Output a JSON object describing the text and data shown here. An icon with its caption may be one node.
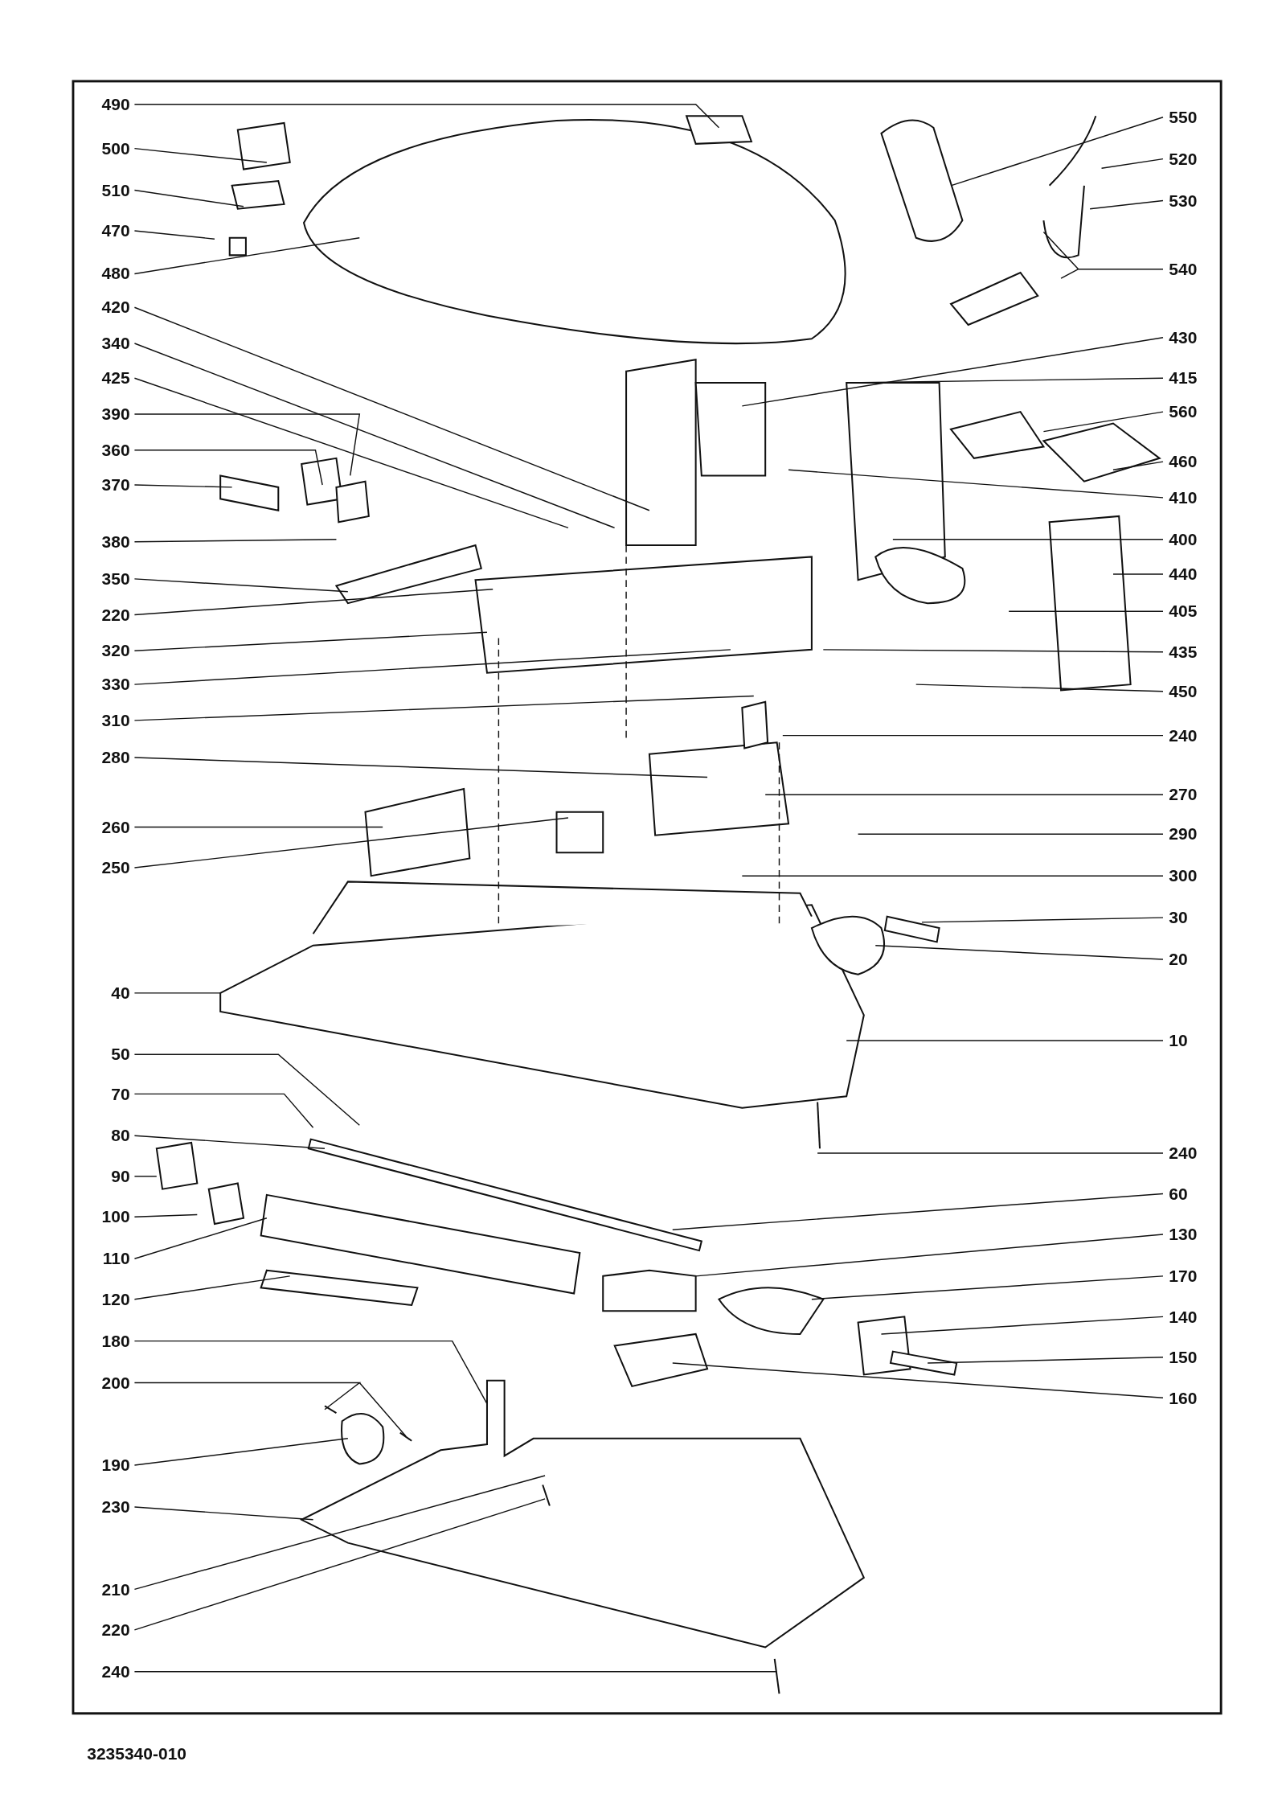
{
  "diagram": {
    "nodes": [
      {
        "text": [
          "490"
        ]
      },
      {
        "text": [
          "500"
        ]
      },
      {
        "text": [
          "510"
        ]
      },
      {
        "text": [
          "470"
        ]
      },
      {
        "text": [
          "480"
        ]
      },
      {
        "text": [
          "420"
        ]
      },
      {
        "text": [
          "340"
        ]
      },
      {
        "text": [
          "425"
        ]
      },
      {
        "text": [
          "390"
        ]
      },
      {
        "text": [
          "360"
        ]
      },
      {
        "text": [
          "370"
        ]
      },
      {
        "text": [
          "380"
        ]
      },
      {
        "text": [
          "350"
        ]
      },
      {
        "text": [
          "220"
        ]
      },
      {
        "text": [
          "320"
        ]
      },
      {
        "text": [
          "330"
        ]
      },
      {
        "text": [
          "310"
        ]
      },
      {
        "text": [
          "280"
        ]
      },
      {
        "text": [
          "260"
        ]
      },
      {
        "text": [
          "250"
        ]
      },
      {
        "text": [
          "40"
        ]
      },
      {
        "text": [
          "50"
        ]
      },
      {
        "text": [
          "70"
        ]
      },
      {
        "text": [
          "80"
        ]
      },
      {
        "text": [
          "90"
        ]
      },
      {
        "text": [
          "100"
        ]
      },
      {
        "text": [
          "110"
        ]
      },
      {
        "text": [
          "120"
        ]
      },
      {
        "text": [
          "180"
        ]
      },
      {
        "text": [
          "200"
        ]
      },
      {
        "text": [
          "190"
        ]
      },
      {
        "text": [
          "230"
        ]
      },
      {
        "text": [
          "210"
        ]
      },
      {
        "text": [
          "220"
        ]
      },
      {
        "text": [
          "240"
        ]
      },
      {
        "text": [
          "550"
        ]
      },
      {
        "text": [
          "520"
        ]
      },
      {
        "text": [
          "530"
        ]
      },
      {
        "text": [
          "540"
        ]
      },
      {
        "text": [
          "430"
        ]
      },
      {
        "text": [
          "415"
        ]
      },
      {
        "text": [
          "560"
        ]
      },
      {
        "text": [
          "460"
        ]
      },
      {
        "text": [
          "410"
        ]
      },
      {
        "text": [
          "400"
        ]
      },
      {
        "text": [
          "440"
        ]
      },
      {
        "text": [
          "405"
        ]
      },
      {
        "text": [
          "435"
        ]
      },
      {
        "text": [
          "450"
        ]
      },
      {
        "text": [
          "240"
        ]
      },
      {
        "text": [
          "270"
        ]
      },
      {
        "text": [
          "290"
        ]
      },
      {
        "text": [
          "300"
        ]
      },
      {
        "text": [
          "30"
        ]
      },
      {
        "text": [
          "20"
        ]
      },
      {
        "text": [
          "10"
        ]
      },
      {
        "text": [
          "240"
        ]
      },
      {
        "text": [
          "60"
        ]
      },
      {
        "text": [
          "130"
        ]
      },
      {
        "text": [
          "170"
        ]
      },
      {
        "text": [
          "140"
        ]
      },
      {
        "text": [
          "150"
        ]
      },
      {
        "text": [
          "160"
        ]
      }
    ],
    "edges": [
      {
        "from": 0,
        "to": null,
        "arrow": "none"
      },
      {
        "from": 1,
        "to": null,
        "arrow": "none"
      },
      {
        "from": 2,
        "to": null,
        "arrow": "none"
      },
      {
        "from": 3,
        "to": null,
        "arrow": "none"
      },
      {
        "from": 4,
        "to": null,
        "arrow": "none"
      },
      {
        "from": 5,
        "to": null,
        "arrow": "none"
      },
      {
        "from": 6,
        "to": null,
        "arrow": "none"
      },
      {
        "from": 7,
        "to": null,
        "arrow": "none"
      },
      {
        "from": 8,
        "to": null,
        "arrow": "none"
      },
      {
        "from": 9,
        "to": null,
        "arrow": "none"
      },
      {
        "from": 10,
        "to": null,
        "arrow": "none"
      },
      {
        "from": 11,
        "to": null,
        "arrow": "none"
      },
      {
        "from": 12,
        "to": null,
        "arrow": "none"
      },
      {
        "from": 13,
        "to": null,
        "arrow": "none"
      },
      {
        "from": 14,
        "to": null,
        "arrow": "none"
      },
      {
        "from": 15,
        "to": null,
        "arrow": "none"
      },
      {
        "from": 16,
        "to": null,
        "arrow": "none"
      },
      {
        "from": 17,
        "to": null,
        "arrow": "none"
      },
      {
        "from": 18,
        "to": null,
        "arrow": "none"
      },
      {
        "from": 19,
        "to": null,
        "arrow": "none"
      },
      {
        "from": 20,
        "to": null,
        "arrow": "none"
      },
      {
        "from": 21,
        "to": null,
        "arrow": "none"
      },
      {
        "from": 22,
        "to": null,
        "arrow": "none"
      },
      {
        "from": 23,
        "to": null,
        "arrow": "none"
      },
      {
        "from": 24,
        "to": null,
        "arrow": "none"
      },
      {
        "from": 25,
        "to": null,
        "arrow": "none"
      },
      {
        "from": 26,
        "to": null,
        "arrow": "none"
      },
      {
        "from": 27,
        "to": null,
        "arrow": "none"
      },
      {
        "from": 28,
        "to": null,
        "arrow": "none"
      },
      {
        "from": 29,
        "to": null,
        "arrow": "none"
      },
      {
        "from": 30,
        "to": null,
        "arrow": "none"
      },
      {
        "from": 31,
        "to": null,
        "arrow": "none"
      },
      {
        "from": 32,
        "to": null,
        "arrow": "none"
      },
      {
        "from": 33,
        "to": null,
        "arrow": "none"
      },
      {
        "from": 34,
        "to": null,
        "arrow": "none"
      },
      {
        "from": 35,
        "to": null,
        "arrow": "none"
      },
      {
        "from": 36,
        "to": null,
        "arrow": "none"
      },
      {
        "from": 37,
        "to": null,
        "arrow": "none"
      },
      {
        "from": 38,
        "to": null,
        "arrow": "none"
      },
      {
        "from": 39,
        "to": null,
        "arrow": "none"
      },
      {
        "from": 40,
        "to": null,
        "arrow": "none"
      },
      {
        "from": 41,
        "to": null,
        "arrow": "none"
      },
      {
        "from": 42,
        "to": null,
        "arrow": "none"
      },
      {
        "from": 43,
        "to": null,
        "arrow": "none"
      },
      {
        "from": 44,
        "to": null,
        "arrow": "none"
      },
      {
        "from": 45,
        "to": null,
        "arrow": "none"
      },
      {
        "from": 46,
        "to": null,
        "arrow": "none"
      },
      {
        "from": 47,
        "to": null,
        "arrow": "none"
      },
      {
        "from": 48,
        "to": null,
        "arrow": "none"
      },
      {
        "from": 49,
        "to": null,
        "arrow": "none"
      },
      {
        "from": 50,
        "to": null,
        "arrow": "none"
      },
      {
        "from": 51,
        "to": null,
        "arrow": "none"
      },
      {
        "from": 52,
        "to": null,
        "arrow": "none"
      },
      {
        "from": 53,
        "to": null,
        "arrow": "none"
      },
      {
        "from": 54,
        "to": null,
        "arrow": "none"
      },
      {
        "from": 55,
        "to": null,
        "arrow": "none"
      },
      {
        "from": 56,
        "to": null,
        "arrow": "none"
      },
      {
        "from": 57,
        "to": null,
        "arrow": "none"
      },
      {
        "from": 58,
        "to": null,
        "arrow": "none"
      },
      {
        "from": 59,
        "to": null,
        "arrow": "none"
      },
      {
        "from": 60,
        "to": null,
        "arrow": "none"
      },
      {
        "from": 61,
        "to": null,
        "arrow": "none"
      },
      {
        "from": 62,
        "to": null,
        "arrow": "none"
      }
    ],
    "labels": [
      "3235340-010"
    ]
  }
}
